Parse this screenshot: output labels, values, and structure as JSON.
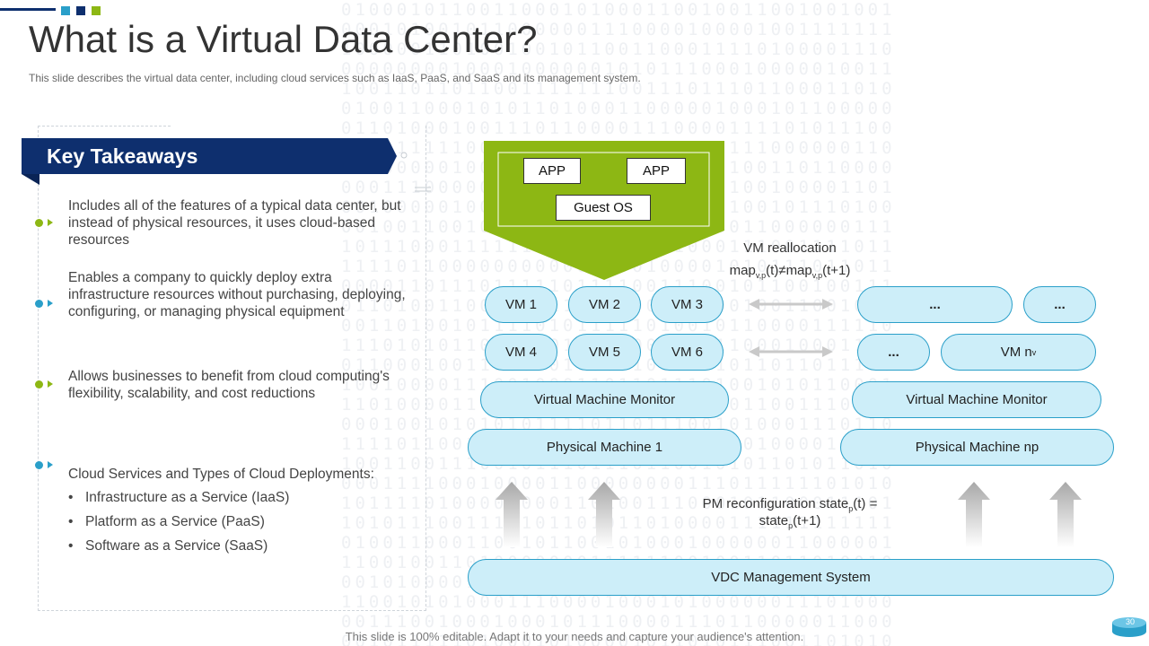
{
  "header": {
    "title": "What is a Virtual Data Center?",
    "subtitle": "This slide describes the virtual data center, including cloud services such as IaaS, PaaS, and SaaS and its management system."
  },
  "colors": {
    "navy": "#0e2f6e",
    "blue": "#2a9fc9",
    "green": "#8db714",
    "pill_fill": "#cdeef9"
  },
  "takeaways": {
    "heading": "Key Takeaways",
    "items": [
      "Includes  all of the features of a typical data center, but instead of physical resources, it uses cloud-based resources",
      "Enables a company to quickly deploy extra infrastructure  resources without purchasing, deploying, configuring, or managing physical equipment",
      "Allows businesses to benefit from cloud computing's flexibility, scalability, and cost reductions",
      "Cloud Services and Types of Cloud Deployments:"
    ],
    "services": [
      "Infrastructure  as a Service (IaaS)",
      "Platform as a Service (PaaS)",
      "Software as a Service (SaaS)"
    ]
  },
  "diagram": {
    "app1": "APP",
    "app2": "APP",
    "guest_os": "Guest OS",
    "vms_left": [
      "VM 1",
      "VM 2",
      "VM 3",
      "VM 4",
      "VM 5",
      "VM 6"
    ],
    "vms_right": [
      "...",
      "...",
      "..."
    ],
    "vm_nv": "VM n",
    "vm_nv_sub": "v",
    "vmm_left": "Virtual Machine Monitor",
    "vmm_right": "Virtual Machine Monitor",
    "pm_left": "Physical Machine 1",
    "pm_right": "Physical Machine np",
    "realloc_title": "VM reallocation",
    "realloc_map": "map",
    "realloc_sub": "v,p",
    "realloc_t": "(t)",
    "realloc_neq": "≠",
    "realloc_t1": "(t+1)",
    "pm_reconf_line1": "PM reconfiguration state",
    "pm_reconf_sub": "p",
    "pm_reconf_t": "(t) =",
    "pm_reconf_line2": "state",
    "pm_reconf_t1": "(t+1)",
    "vdc": "VDC Management System"
  },
  "footer": {
    "text": "This slide is 100% editable. Adapt it to your needs and capture your audience's attention.",
    "page_number": "30"
  }
}
